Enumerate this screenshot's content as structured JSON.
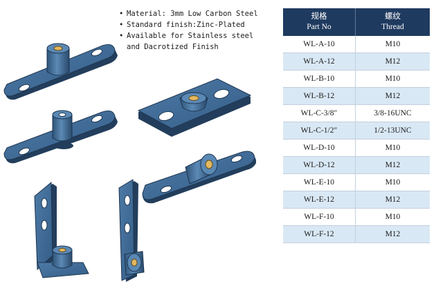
{
  "bullets": [
    {
      "line1": "Material: 3mm Low Carbon Steel",
      "line2": ""
    },
    {
      "line1": "Standard finish:Zinc-Plated",
      "line2": ""
    },
    {
      "line1": "Available for Stainless steel",
      "line2": "and Dacrotized Finish"
    }
  ],
  "table": {
    "col1_cn": "规格",
    "col1_en": "Part No",
    "col2_cn": "螺纹",
    "col2_en": "Thread",
    "rows": [
      {
        "part": "WL-A-10",
        "thread": "M10"
      },
      {
        "part": "WL-A-12",
        "thread": "M12"
      },
      {
        "part": "WL-B-10",
        "thread": "M10"
      },
      {
        "part": "WL-B-12",
        "thread": "M12"
      },
      {
        "part": "WL-C-3/8″",
        "thread": "3/8-16UNC"
      },
      {
        "part": "WL-C-1/2″",
        "thread": "1/2-13UNC"
      },
      {
        "part": "WL-D-10",
        "thread": "M10"
      },
      {
        "part": "WL-D-12",
        "thread": "M12"
      },
      {
        "part": "WL-E-10",
        "thread": "M10"
      },
      {
        "part": "WL-E-12",
        "thread": "M12"
      },
      {
        "part": "WL-F-10",
        "thread": "M10"
      },
      {
        "part": "WL-F-12",
        "thread": "M12"
      }
    ]
  },
  "colors": {
    "part_top": "#3f6b96",
    "part_side": "#233e5c",
    "header_bg": "#1f3a5f",
    "row_alt": "#d9e8f5"
  }
}
